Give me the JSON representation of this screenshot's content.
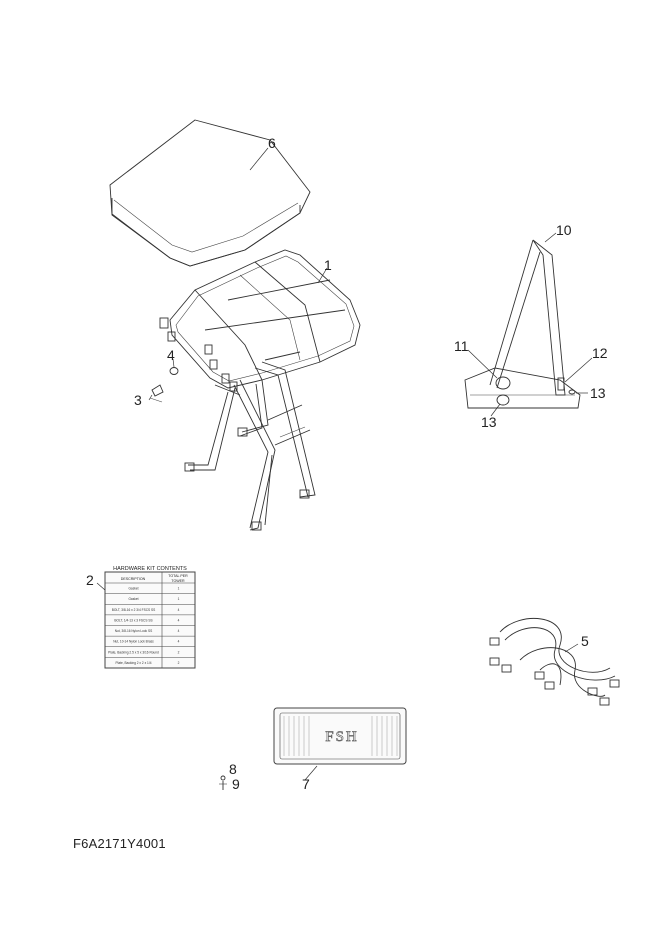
{
  "callouts": {
    "c1": "1",
    "c2": "2",
    "c3": "3",
    "c4": "4",
    "c5": "5",
    "c6": "6",
    "c7": "7",
    "c8": "8",
    "c9": "9",
    "c10": "10",
    "c11": "11",
    "c12": "12",
    "c13a": "13",
    "c13b": "13"
  },
  "hardware_kit": {
    "title": "HARDWARE KIT CONTENTS",
    "col_description": "DESCRIPTION",
    "col_total_1": "TOTAL PER",
    "col_total_2": "TOWER",
    "rows": [
      {
        "desc": "Gasket",
        "qty": "1"
      },
      {
        "desc": "Gasket",
        "qty": "1"
      },
      {
        "desc": "BOLT, 3/8-16 x 2 3/4 FSCS SS",
        "qty": "4"
      },
      {
        "desc": "BOLT, 1/4-13 x 3 FSCS SS",
        "qty": "4"
      },
      {
        "desc": "Nut, 3/8-16 Nylon Lock SS",
        "qty": "4"
      },
      {
        "desc": "Nut, 10-14 Nylon Lock Brass",
        "qty": "4"
      },
      {
        "desc": "Plate, Backing 2.5 x 5 x 3/16 Round",
        "qty": "2"
      },
      {
        "desc": "Plate, Backing 2 x 2 x 1/4",
        "qty": "2"
      }
    ]
  },
  "mat_logo": "FSH",
  "part_code": "F6A2171Y4001"
}
